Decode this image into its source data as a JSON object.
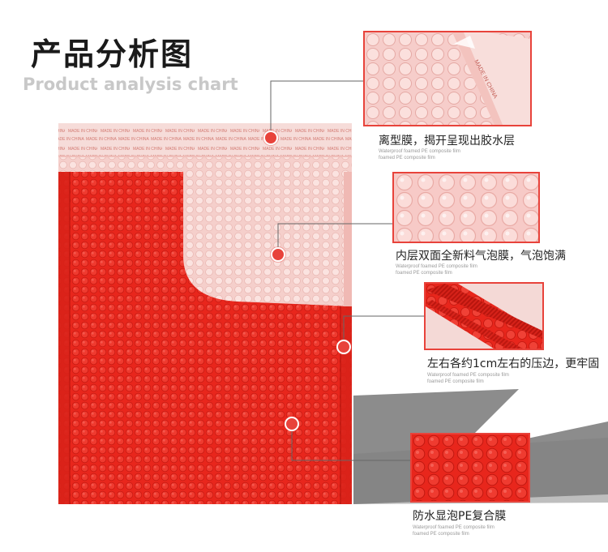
{
  "header": {
    "title_cn": "产品分析图",
    "title_en": "Product analysis chart"
  },
  "mailer": {
    "seal_print": "MADE IN CHINA"
  },
  "callouts": [
    {
      "label": "离型膜，揭开呈现出胶水层",
      "sub1": "Waterproof foamed PE composite film",
      "sub2": "foamed PE composite film",
      "photo_print": "MADE IN CHINA"
    },
    {
      "label": "内层双面全新料气泡膜，气泡饱满",
      "sub1": "Waterproof foamed PE composite film",
      "sub2": "foamed PE composite film"
    },
    {
      "label": "左右各约1cm左右的压边，更牢固",
      "sub1": "Waterproof foamed PE composite film",
      "sub2": "foamed PE composite film"
    },
    {
      "label": "防水显泡PE复合膜",
      "sub1": "Waterproof foamed PE composite film",
      "sub2": "foamed PE composite film"
    }
  ],
  "colors": {
    "accent": "#e8433b",
    "mailer_red": "#e8261c",
    "inner_pink": "#f4c9c6",
    "shadow_gray": "#8c8c8c"
  }
}
